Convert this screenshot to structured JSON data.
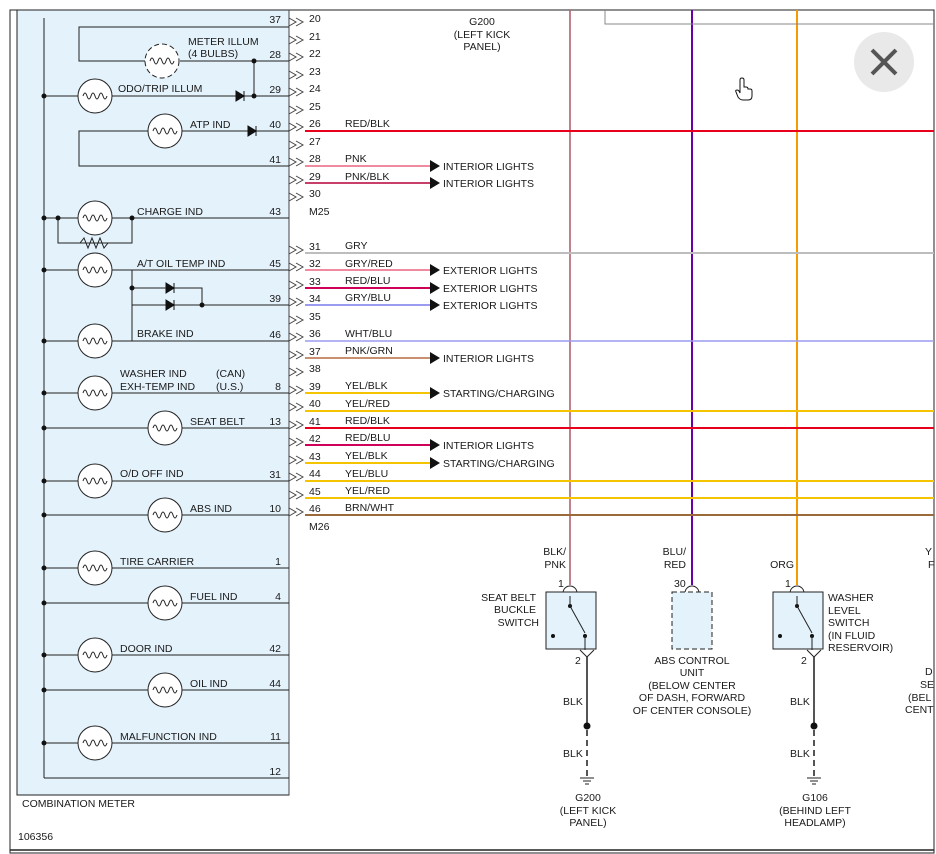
{
  "meter": {
    "box_label": "COMBINATION METER",
    "diagram_number": "106356",
    "pin_numbers": [
      "37",
      "28",
      "29",
      "40",
      "41",
      "43",
      "45",
      "39",
      "46",
      "8",
      "13",
      "31",
      "10",
      "1",
      "4",
      "42",
      "44",
      "11",
      "12"
    ],
    "labels": [
      {
        "id": "meter-illum",
        "text": "METER ILLUM"
      },
      {
        "id": "meter-illum-sub",
        "text": "(4 BULBS)"
      },
      {
        "id": "odo-trip",
        "text": "ODO/TRIP ILLUM"
      },
      {
        "id": "atp",
        "text": "ATP IND"
      },
      {
        "id": "charge",
        "text": "CHARGE IND"
      },
      {
        "id": "at-oil",
        "text": "A/T OIL TEMP IND"
      },
      {
        "id": "brake",
        "text": "BRAKE IND"
      },
      {
        "id": "washer",
        "text": "WASHER IND"
      },
      {
        "id": "can",
        "text": "(CAN)"
      },
      {
        "id": "exh",
        "text": "EXH-TEMP IND"
      },
      {
        "id": "us",
        "text": "(U.S.)"
      },
      {
        "id": "seat-belt",
        "text": "SEAT BELT"
      },
      {
        "id": "od-off",
        "text": "O/D OFF IND"
      },
      {
        "id": "abs",
        "text": "ABS IND"
      },
      {
        "id": "tire",
        "text": "TIRE CARRIER"
      },
      {
        "id": "fuel",
        "text": "FUEL IND"
      },
      {
        "id": "door",
        "text": "DOOR IND"
      },
      {
        "id": "oil",
        "text": "OIL IND"
      },
      {
        "id": "malfunction",
        "text": "MALFUNCTION IND"
      }
    ]
  },
  "connectors": {
    "m25_label": "M25",
    "m26_label": "M26",
    "pins": [
      "20",
      "21",
      "22",
      "23",
      "24",
      "25",
      "26",
      "27",
      "28",
      "29",
      "30",
      "31",
      "32",
      "33",
      "34",
      "35",
      "36",
      "37",
      "38",
      "39",
      "40",
      "41",
      "42",
      "43",
      "44",
      "45",
      "46"
    ],
    "wire_colors": [
      {
        "pin": "26",
        "text": "RED/BLK"
      },
      {
        "pin": "28",
        "text": "PNK"
      },
      {
        "pin": "29",
        "text": "PNK/BLK"
      },
      {
        "pin": "31",
        "text": "GRY"
      },
      {
        "pin": "32",
        "text": "GRY/RED"
      },
      {
        "pin": "33",
        "text": "RED/BLU"
      },
      {
        "pin": "34",
        "text": "GRY/BLU"
      },
      {
        "pin": "36",
        "text": "WHT/BLU"
      },
      {
        "pin": "37",
        "text": "PNK/GRN"
      },
      {
        "pin": "39",
        "text": "YEL/BLK"
      },
      {
        "pin": "40",
        "text": "YEL/RED"
      },
      {
        "pin": "41",
        "text": "RED/BLK"
      },
      {
        "pin": "42",
        "text": "RED/BLU"
      },
      {
        "pin": "43",
        "text": "YEL/BLK"
      },
      {
        "pin": "44",
        "text": "YEL/BLU"
      },
      {
        "pin": "45",
        "text": "YEL/RED"
      },
      {
        "pin": "46",
        "text": "BRN/WHT"
      }
    ],
    "destinations": [
      {
        "pin": "28",
        "text": "INTERIOR LIGHTS"
      },
      {
        "pin": "29",
        "text": "INTERIOR LIGHTS"
      },
      {
        "pin": "32",
        "text": "EXTERIOR LIGHTS"
      },
      {
        "pin": "33",
        "text": "EXTERIOR LIGHTS"
      },
      {
        "pin": "34",
        "text": "EXTERIOR LIGHTS"
      },
      {
        "pin": "37",
        "text": "INTERIOR LIGHTS"
      },
      {
        "pin": "39",
        "text": "STARTING/CHARGING"
      },
      {
        "pin": "42",
        "text": "INTERIOR LIGHTS"
      },
      {
        "pin": "43",
        "text": "STARTING/CHARGING"
      }
    ]
  },
  "top": {
    "g200_line1": "G200",
    "g200_line2": "(LEFT KICK",
    "g200_line3": "PANEL)"
  },
  "components": {
    "seat_belt": {
      "wire_top_1": "BLK/",
      "wire_top_2": "PNK",
      "pin_top": "1",
      "pin_bottom": "2",
      "name_1": "SEAT BELT",
      "name_2": "BUCKLE",
      "name_3": "SWITCH",
      "wire_bottom_a": "BLK",
      "wire_bottom_b": "BLK",
      "ground_1": "G200",
      "ground_2": "(LEFT KICK",
      "ground_3": "PANEL)"
    },
    "abs": {
      "wire_top_1": "BLU/",
      "wire_top_2": "RED",
      "pin_top": "30",
      "name_1": "ABS CONTROL",
      "name_2": "UNIT",
      "name_3": "(BELOW CENTER",
      "name_4": "OF DASH, FORWARD",
      "name_5": "OF CENTER CONSOLE)"
    },
    "washer": {
      "wire_top": "ORG",
      "pin_top": "1",
      "pin_bottom": "2",
      "name_1": "WASHER",
      "name_2": "LEVEL",
      "name_3": "SWITCH",
      "name_4": "(IN FLUID",
      "name_5": "RESERVOIR)",
      "wire_bottom_a": "BLK",
      "wire_bottom_b": "BLK",
      "ground_1": "G106",
      "ground_2": "(BEHIND LEFT",
      "ground_3": "HEADLAMP)"
    },
    "cutoff": {
      "a": "Y",
      "b": "F",
      "c": "D",
      "d": "SE",
      "e": "(BEL",
      "f": "CENT"
    }
  },
  "colors": {
    "red": "#e8001c",
    "pink": "#f08aa0",
    "gray": "#bdbdbd",
    "blue_light": "#9b9bf0",
    "yellow": "#f5c400",
    "purple": "#6a00a8",
    "orange": "#f59a00",
    "brown": "#9b6a3a",
    "pnk_wire": "#b06070",
    "meter_bg": "#e4f2fb"
  },
  "close_icon": "×"
}
